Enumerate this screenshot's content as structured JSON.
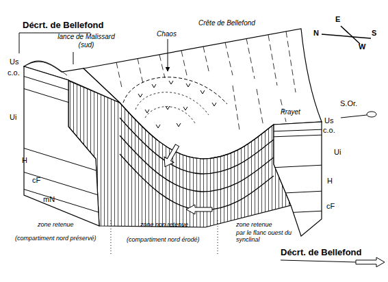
{
  "diagram": {
    "labels": [
      "Décrt. de Bellefond",
      "lance de Malissard (sud)",
      "Chaos",
      "Crête de Bellefond",
      "E",
      "N",
      "S",
      "W",
      "Us",
      "c.o.",
      "Ui",
      "H",
      "cF",
      "mN",
      "Prayet",
      "S.Or.",
      "Us",
      "c.o.",
      "Ui",
      "H",
      "cF",
      "zone retenue",
      "(compartiment nord préservé)",
      "zone non retenue",
      "(compartiment nord érodé)",
      "zone retenue",
      "par le flanc ouest du synclinal",
      "Décrt. de Bellefond"
    ]
  }
}
